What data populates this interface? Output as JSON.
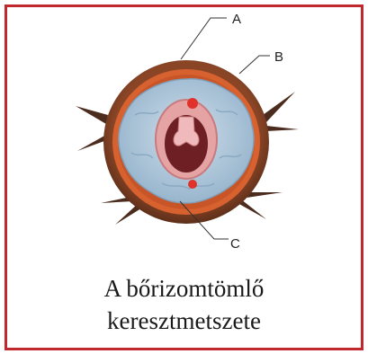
{
  "figure": {
    "labels": {
      "a": "A",
      "b": "B",
      "c": "C"
    },
    "caption_line1": "A bőrizomtömlő",
    "caption_line2": "keresztmetszete"
  },
  "colors": {
    "frame": "#c0282d",
    "outer_ring": "#7a3f24",
    "muscle_layer": "#d8622f",
    "body_cavity": "#a9c3d8",
    "gut": "#e5a3a4",
    "spines": "#4b2c1e"
  }
}
